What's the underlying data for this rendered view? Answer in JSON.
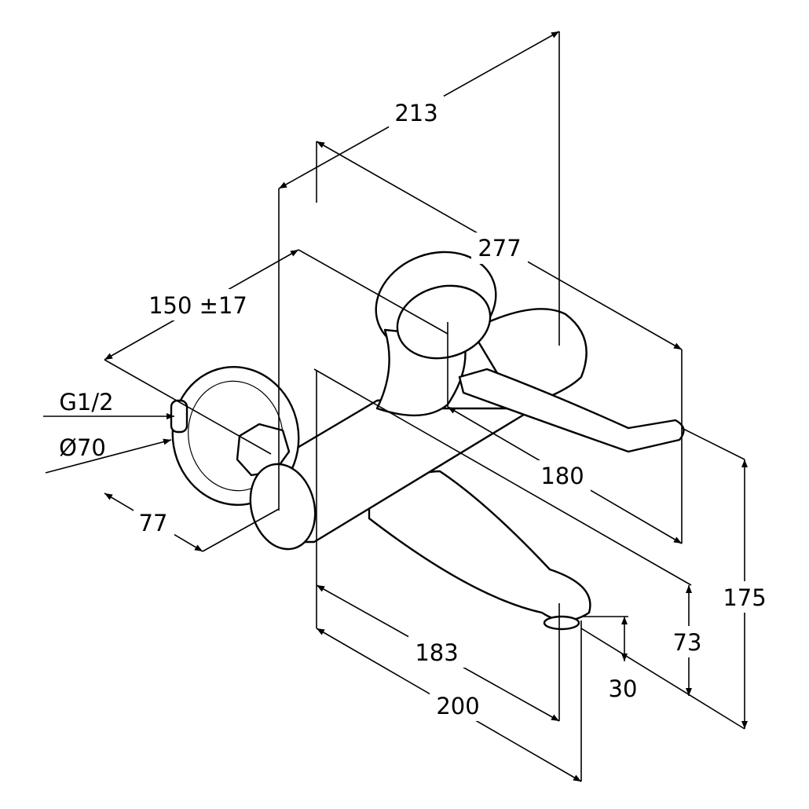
{
  "title": "Wall-mounted single-lever mixer dimension drawing",
  "dimensions": {
    "d213": "213",
    "d277": "277",
    "d150": "150 ±17",
    "thread": "G1/2",
    "rosette": "Ø70",
    "d77": "77",
    "d180": "180",
    "d183": "183",
    "d200": "200",
    "d73": "73",
    "d30": "30",
    "d175": "175"
  },
  "units": "mm"
}
